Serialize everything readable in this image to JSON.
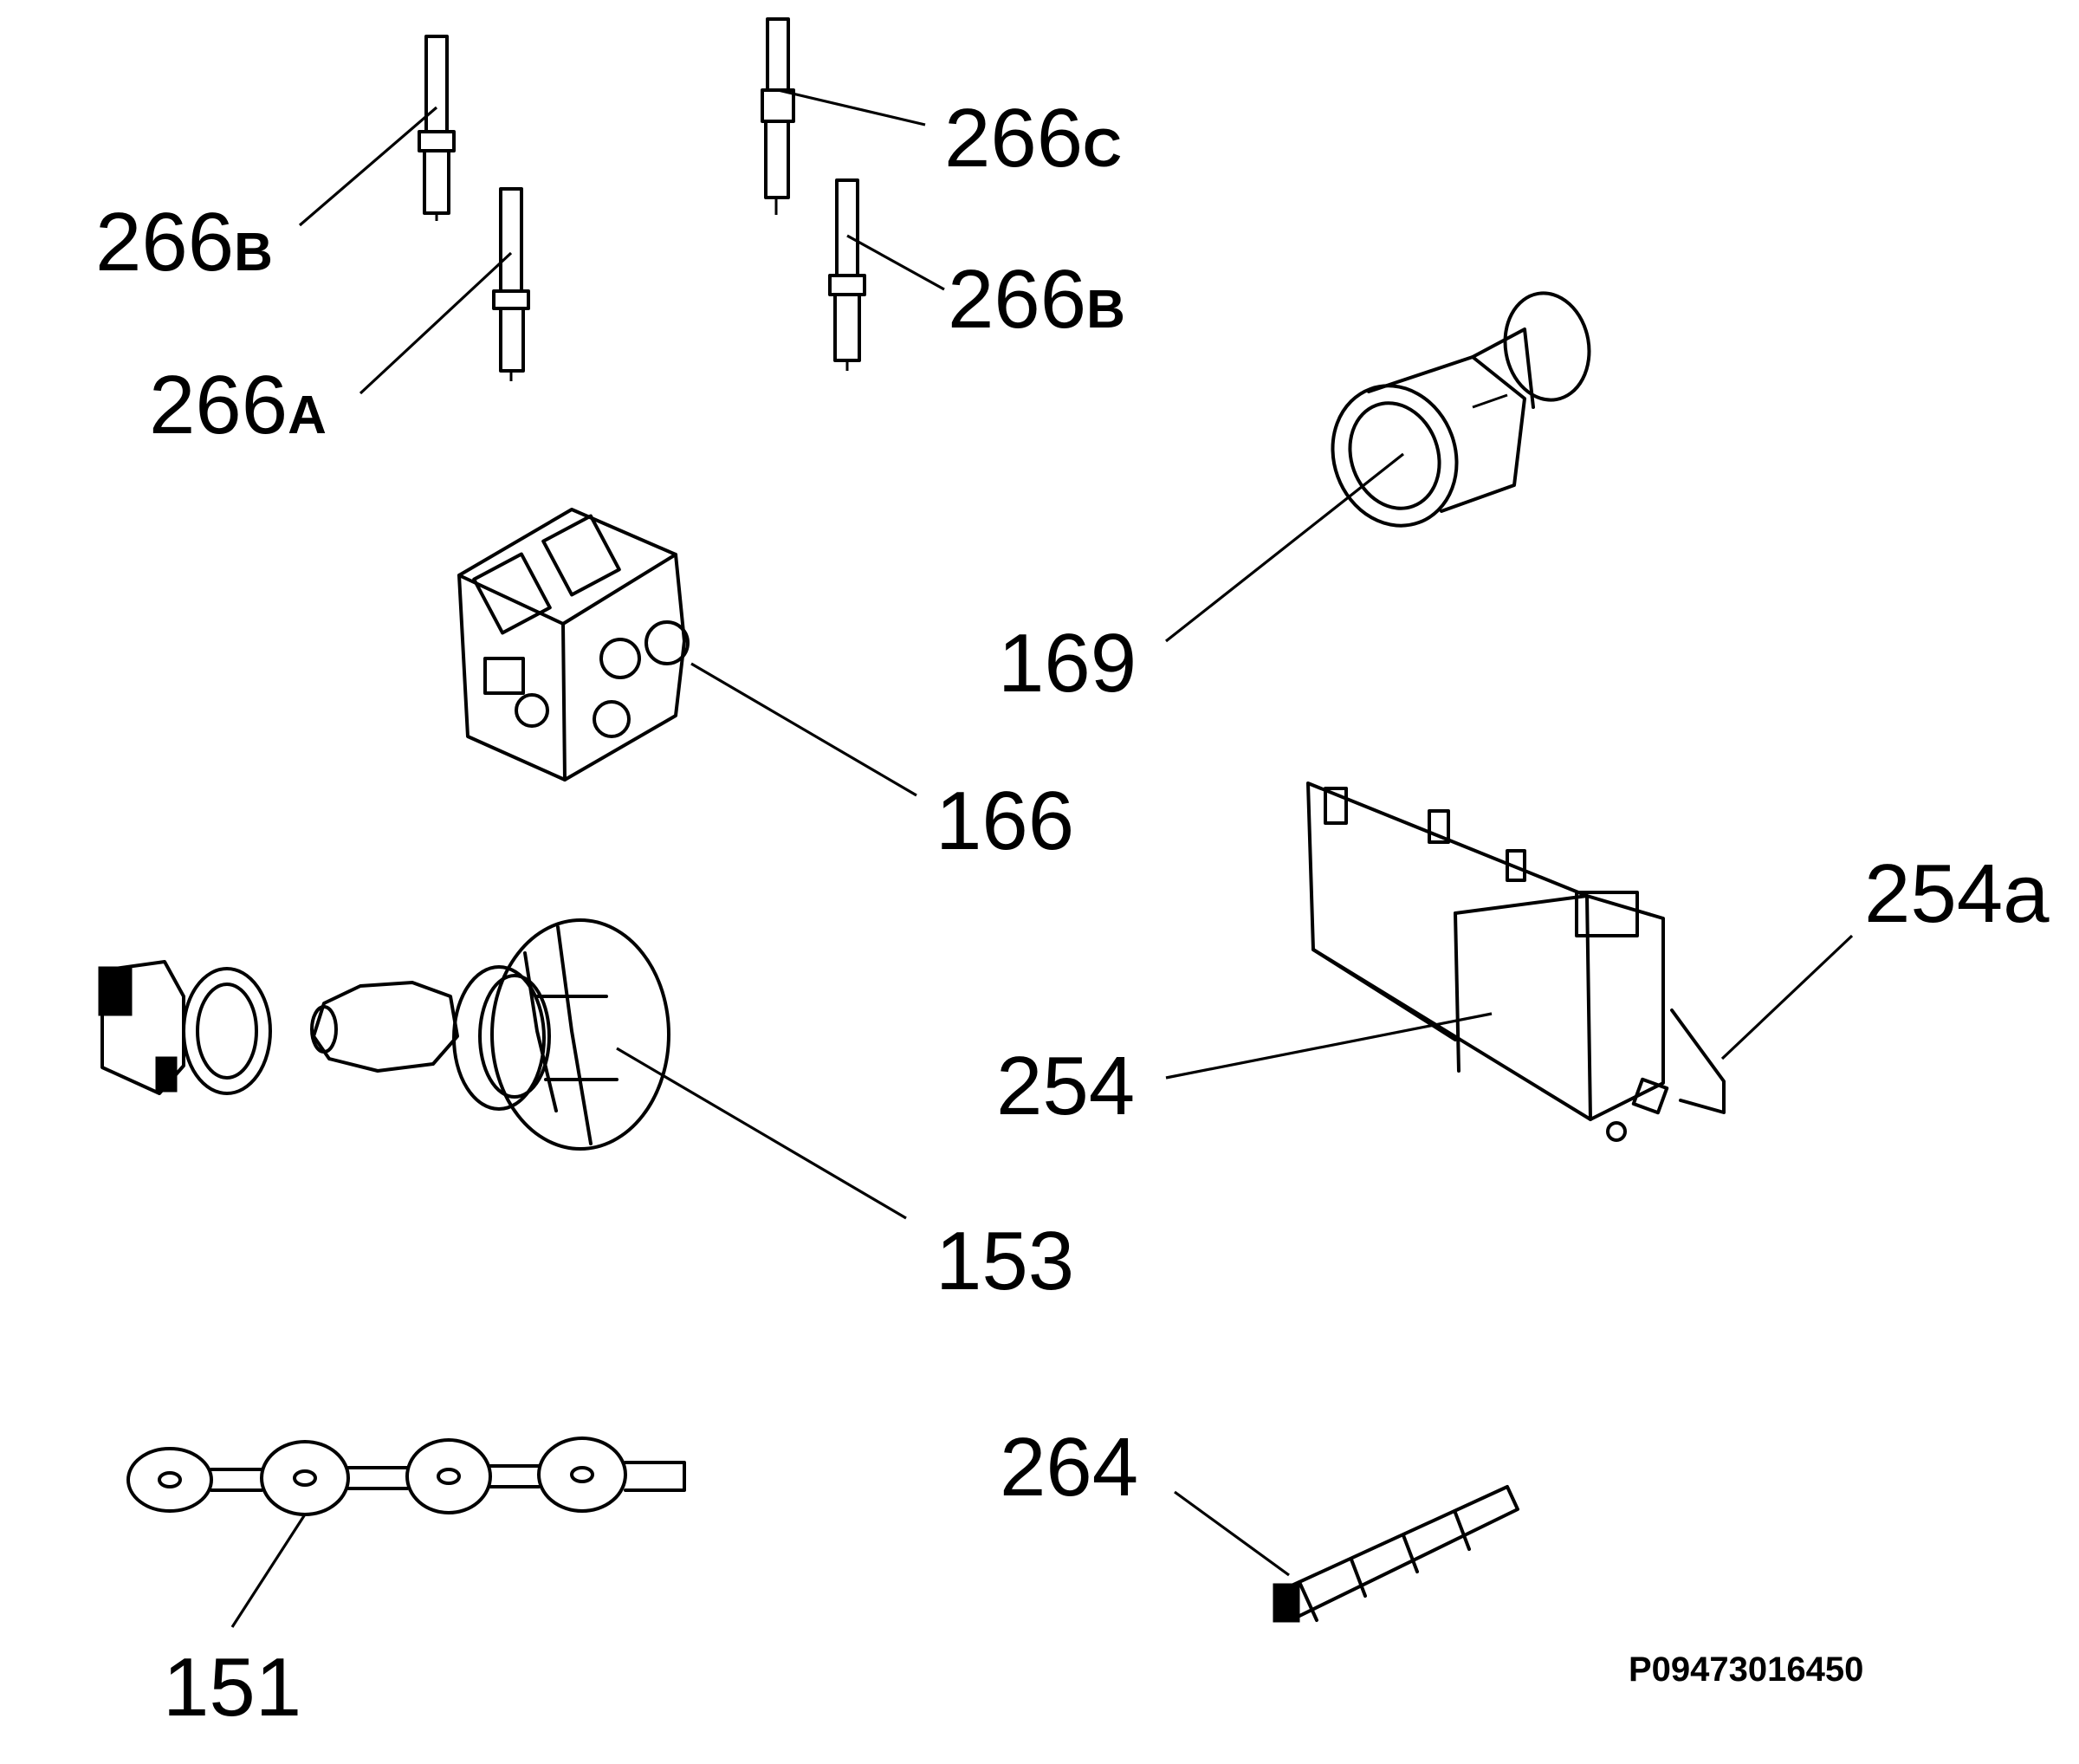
{
  "callouts": [
    {
      "id": "c266b1",
      "number": "266",
      "suffix": "B"
    },
    {
      "id": "c266a",
      "number": "266",
      "suffix": "A"
    },
    {
      "id": "c266c",
      "number": "266",
      "suffix": "C"
    },
    {
      "id": "c266b2",
      "number": "266",
      "suffix": "B"
    },
    {
      "id": "c169",
      "number": "169",
      "suffix": ""
    },
    {
      "id": "c166",
      "number": "166",
      "suffix": ""
    },
    {
      "id": "c254a",
      "number": "254",
      "suffix": "a"
    },
    {
      "id": "c254",
      "number": "254",
      "suffix": ""
    },
    {
      "id": "c153",
      "number": "153",
      "suffix": ""
    },
    {
      "id": "c264",
      "number": "264",
      "suffix": ""
    },
    {
      "id": "c151",
      "number": "151",
      "suffix": ""
    }
  ],
  "drawing_code": "P09473016450"
}
